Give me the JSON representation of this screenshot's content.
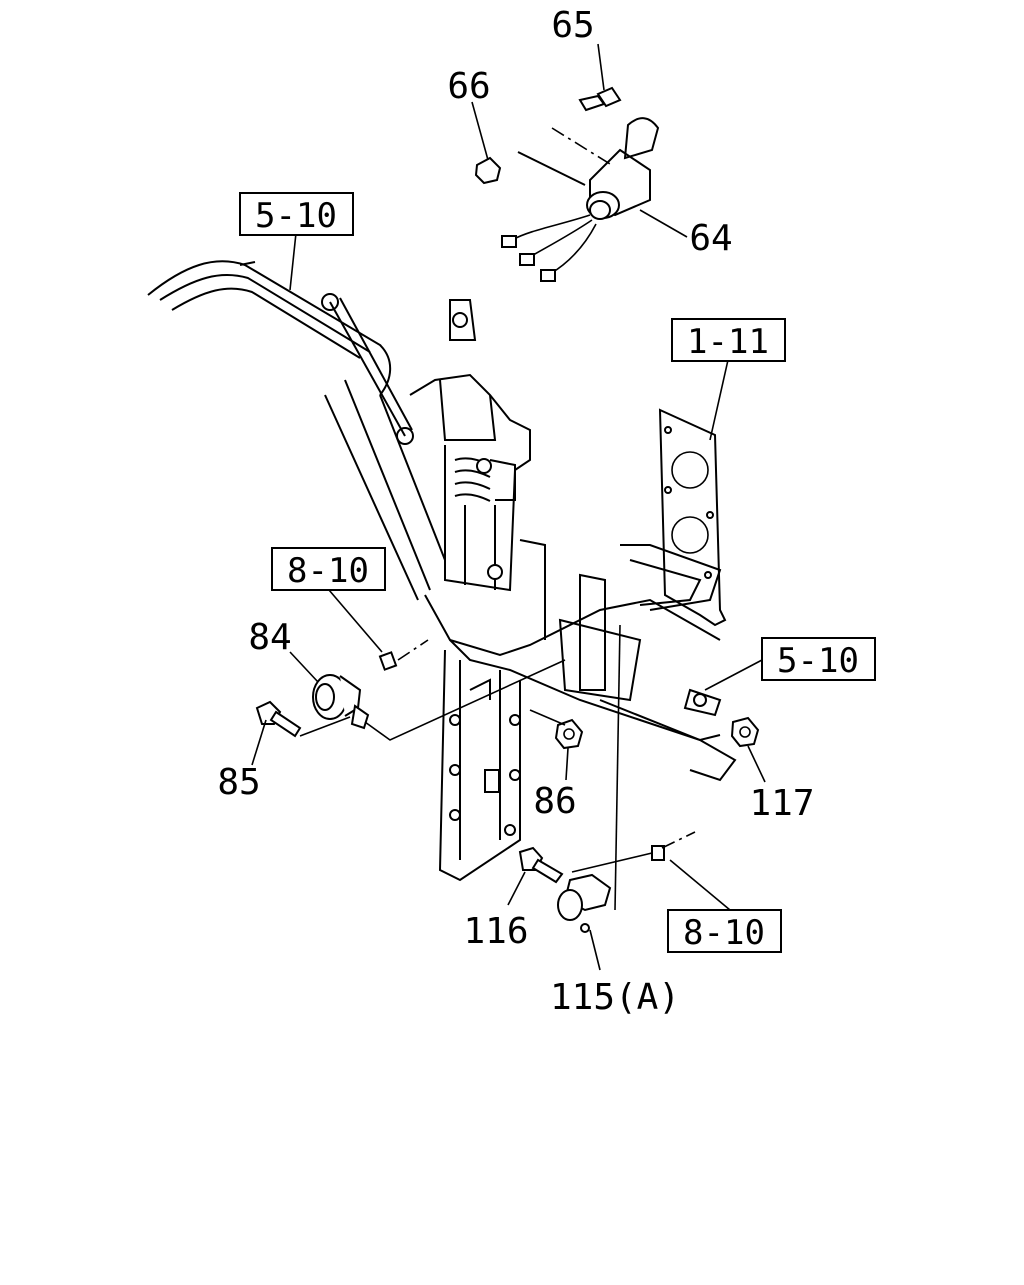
{
  "part_labels": {
    "p65": "65",
    "p66": "66",
    "p64": "64",
    "p84": "84",
    "p85": "85",
    "p86": "86",
    "p117": "117",
    "p116": "116",
    "p115": "115(A)"
  },
  "ref_boxes": {
    "ref_5_10_top": "5-10",
    "ref_1_11": "1-11",
    "ref_8_10_left": "8-10",
    "ref_5_10_right": "5-10",
    "ref_8_10_bottom": "8-10"
  }
}
